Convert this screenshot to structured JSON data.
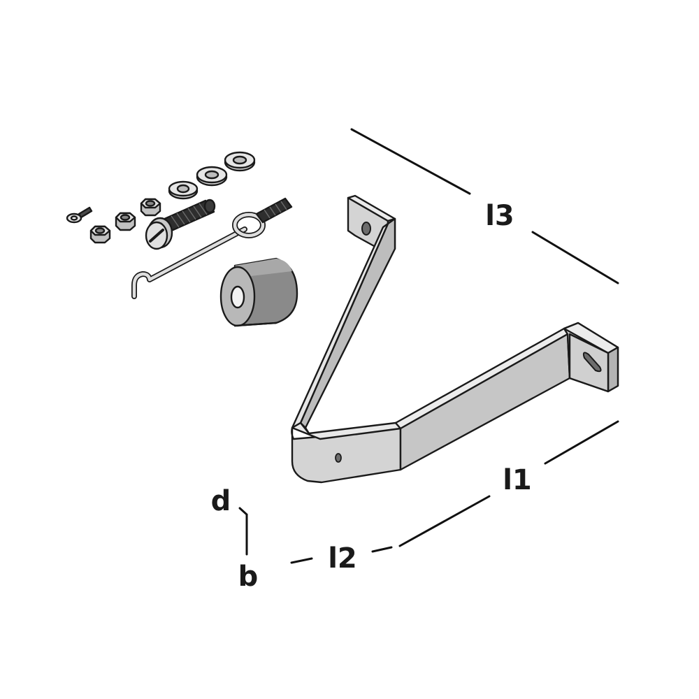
{
  "dimensions": {
    "l1": "l1",
    "l2": "l2",
    "l3": "l3",
    "d": "d",
    "b": "b"
  },
  "colors": {
    "metal_light": "#d9d9d9",
    "metal_mid": "#c2c2c2",
    "metal_dark": "#a9a9a9",
    "thread": "#3a3a3a",
    "outline": "#1a1a1a"
  },
  "parts": [
    "bracket",
    "hook-rod",
    "threaded-bolt",
    "spacer-sleeve",
    "hex-nut",
    "hex-nut",
    "hex-nut",
    "washer",
    "washer",
    "washer",
    "eye-screw"
  ]
}
